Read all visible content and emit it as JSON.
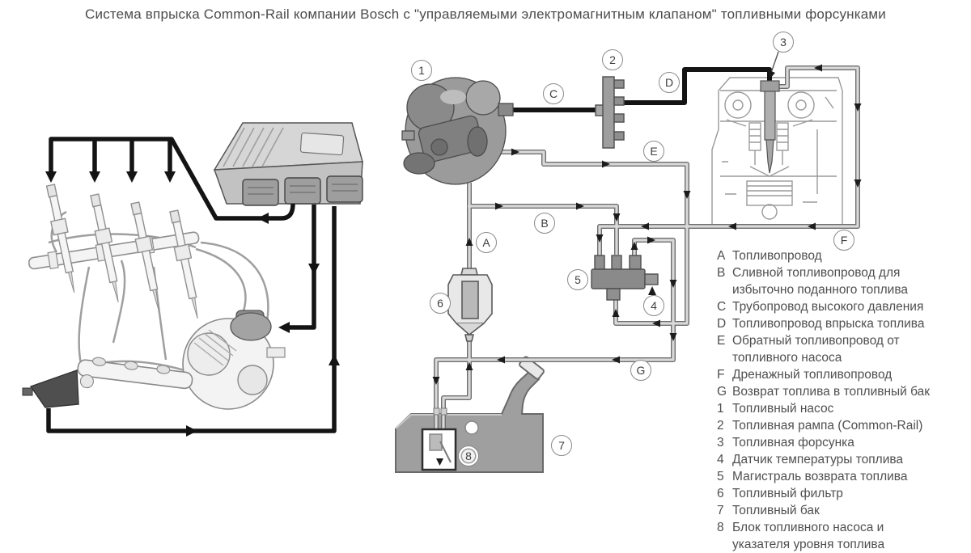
{
  "title": "Система впрыска Common-Rail компании Bosch с \"управляемыми электромагнитным клапаном\" топливными форсунками",
  "legend": {
    "letters": [
      {
        "key": "A",
        "label": "Топливопровод"
      },
      {
        "key": "B",
        "label": "Сливной топливопровод для избыточно поданного топлива"
      },
      {
        "key": "C",
        "label": "Трубопровод высокого давления"
      },
      {
        "key": "D",
        "label": "Топливопровод впрыска топлива"
      },
      {
        "key": "E",
        "label": "Обратный топливопровод от топливного насоса"
      },
      {
        "key": "F",
        "label": "Дренажный топливопровод"
      },
      {
        "key": "G",
        "label": "Возврат топлива в топливный бак"
      }
    ],
    "numbers": [
      {
        "key": "1",
        "label": "Топливный насос"
      },
      {
        "key": "2",
        "label": "Топливная рампа (Common-Rail)"
      },
      {
        "key": "3",
        "label": "Топливная форсунка"
      },
      {
        "key": "4",
        "label": "Датчик температуры топлива"
      },
      {
        "key": "5",
        "label": "Магистраль возврата топлива"
      },
      {
        "key": "6",
        "label": "Топливный фильтр"
      },
      {
        "key": "7",
        "label": "Топливный бак"
      },
      {
        "key": "8",
        "label": "Блок топливного насоса и указателя уровня топлива"
      }
    ]
  },
  "markers": {
    "pump": "1",
    "rail": "2",
    "injector": "3",
    "temp_sensor": "4",
    "return_manifold": "5",
    "filter": "6",
    "tank": "7",
    "tank_module": "8",
    "line_a": "A",
    "line_b": "B",
    "line_c": "C",
    "line_d": "D",
    "line_e": "E",
    "line_f": "F",
    "line_g": "G"
  },
  "colors": {
    "text": "#4c4c4c",
    "pipe_outline": "#6e6e6e",
    "pipe_fill": "#d9d9d9",
    "high_pressure": "#141414",
    "tank_fill": "#9f9f9f",
    "component_fill": "#8f8f8f",
    "marker_border": "#8a8a8a"
  }
}
